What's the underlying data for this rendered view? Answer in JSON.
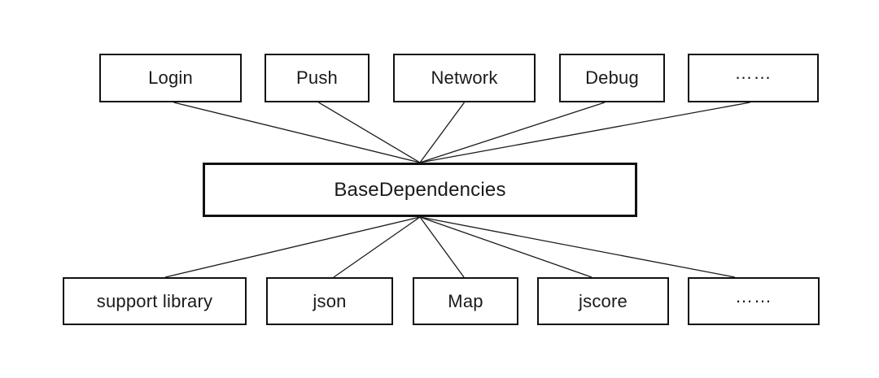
{
  "diagram_title": "BaseDependencies module dependency diagram",
  "colors": {
    "background": "#ffffff",
    "box_border": "#111111",
    "box_fill": "#ffffff",
    "line": "#1a1a1a",
    "text": "#1a1a1a"
  },
  "nodes": {
    "login": {
      "label": "Login"
    },
    "push": {
      "label": "Push"
    },
    "network": {
      "label": "Network"
    },
    "debug": {
      "label": "Debug"
    },
    "more_top": {
      "label": "……"
    },
    "base": {
      "label": "BaseDependencies"
    },
    "support_library": {
      "label": "support library"
    },
    "json": {
      "label": "json"
    },
    "map": {
      "label": "Map"
    },
    "jscore": {
      "label": "jscore"
    },
    "more_bottom": {
      "label": "……"
    }
  },
  "edges": [
    {
      "from": "login",
      "to": "base"
    },
    {
      "from": "push",
      "to": "base"
    },
    {
      "from": "network",
      "to": "base"
    },
    {
      "from": "debug",
      "to": "base"
    },
    {
      "from": "more_top",
      "to": "base"
    },
    {
      "from": "base",
      "to": "support_library"
    },
    {
      "from": "base",
      "to": "json"
    },
    {
      "from": "base",
      "to": "map"
    },
    {
      "from": "base",
      "to": "jscore"
    },
    {
      "from": "base",
      "to": "more_bottom"
    }
  ]
}
